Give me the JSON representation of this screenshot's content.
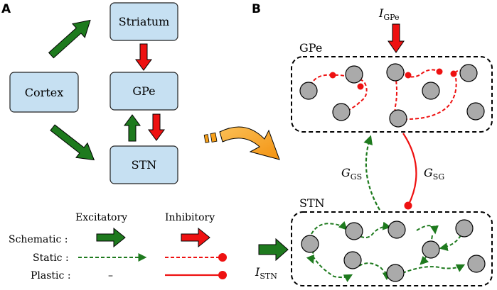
{
  "panels": {
    "a": "A",
    "b": "B"
  },
  "panel_a": {
    "nodes": {
      "striatum": "Striatum",
      "cortex": "Cortex",
      "gpe": "GPe",
      "stn": "STN"
    }
  },
  "panel_b": {
    "gpe_label": "GPe",
    "stn_label": "STN",
    "i_gpe": {
      "main": "I",
      "sub": "GPe"
    },
    "i_stn": {
      "main": "I",
      "sub": "STN"
    },
    "g_gs": {
      "main": "G",
      "sub": "GS"
    },
    "g_sg": {
      "main": "G",
      "sub": "SG"
    }
  },
  "legend": {
    "excitatory": "Excitatory",
    "inhibitory": "Inhibitory",
    "schematic": "Schematic :",
    "static": "Static :",
    "plastic": "Plastic :",
    "plastic_excitatory": "–"
  },
  "colors": {
    "excitatory": "#1e7a1e",
    "inhibitory": "#ee1111",
    "node_fill": "#c6e0f2",
    "neuron_fill": "#aaaaaa",
    "transition_arrow": "#f7a01a"
  }
}
